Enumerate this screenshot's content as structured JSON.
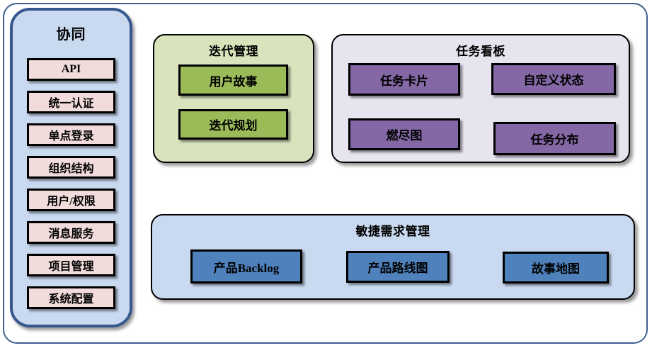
{
  "colors": {
    "outer-border": "#3f6091",
    "panel-blue": "#c9d9f0",
    "panel-blue-border": "#37588e",
    "pink": "#f2dcdb",
    "green-panel": "#d9e4bd",
    "green-item": "#9bbb59",
    "purple-panel": "#e7e3ef",
    "purple-item": "#8468a6",
    "blue-item": "#4f81bd",
    "box-border": "#000000"
  },
  "sidebar": {
    "title": "协同",
    "items": [
      "API",
      "统一认证",
      "单点登录",
      "组织结构",
      "用户/权限",
      "消息服务",
      "项目管理",
      "系统配置"
    ]
  },
  "iteration": {
    "title": "迭代管理",
    "items": [
      "用户故事",
      "迭代规划"
    ]
  },
  "kanban": {
    "title": "任务看板",
    "items": [
      "任务卡片",
      "自定义状态",
      "燃尽图",
      "任务分布"
    ]
  },
  "requirements": {
    "title": "敏捷需求管理",
    "items": [
      "产品Backlog",
      "产品路线图",
      "故事地图"
    ]
  }
}
